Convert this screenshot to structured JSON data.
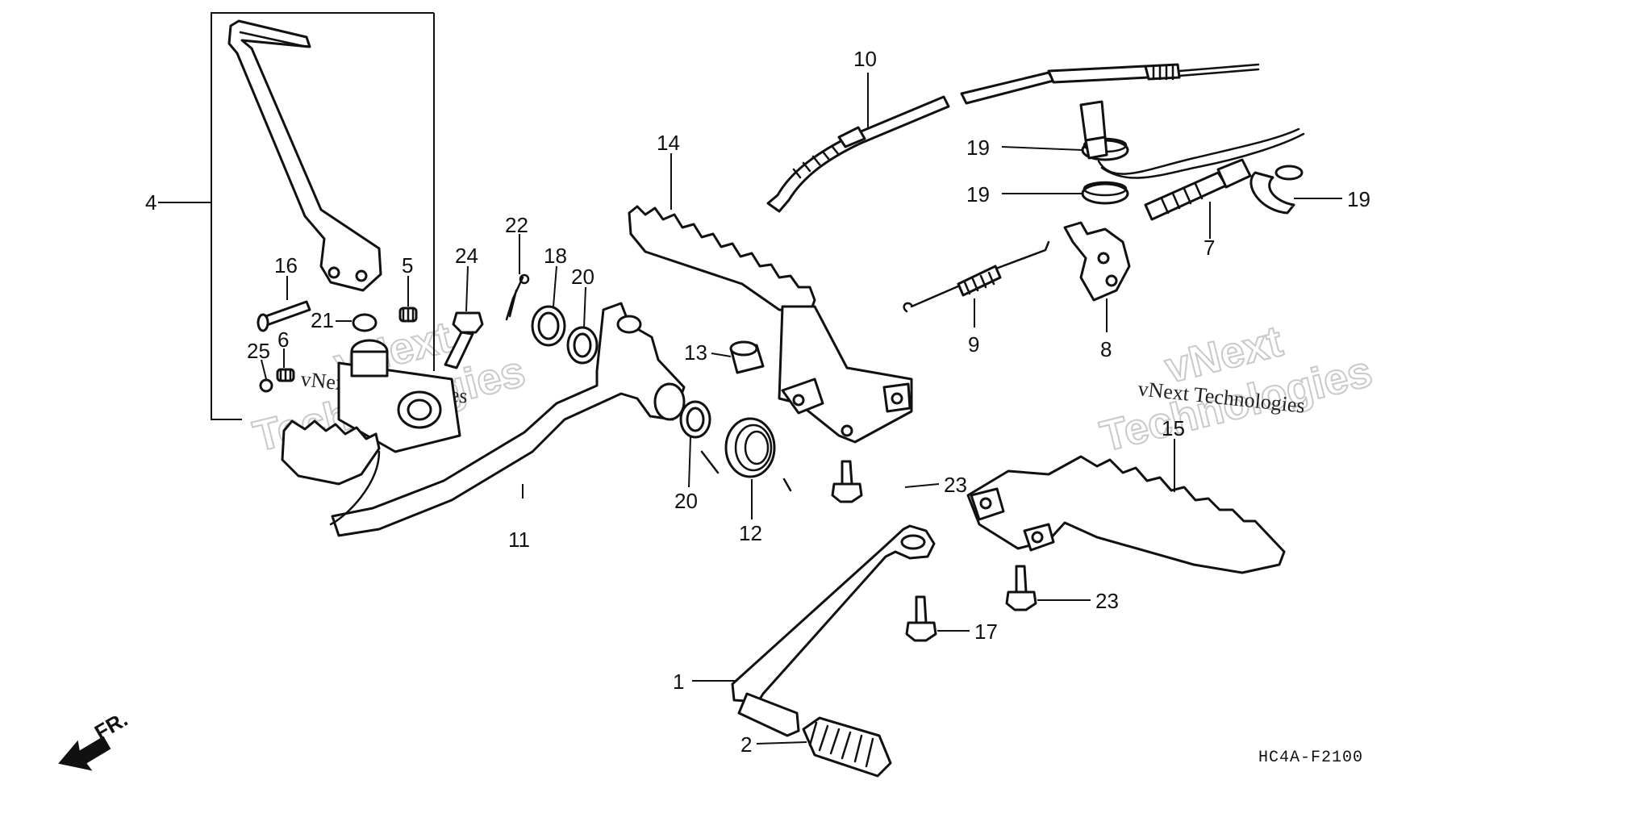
{
  "diagram": {
    "code": "HC4A-F2100",
    "direction_label": "FR.",
    "callouts": {
      "p1": "1",
      "p2": "2",
      "p4": "4",
      "p5": "5",
      "p6": "6",
      "p7": "7",
      "p8": "8",
      "p9": "9",
      "p10": "10",
      "p11": "11",
      "p12": "12",
      "p13": "13",
      "p14": "14",
      "p15": "15",
      "p16": "16",
      "p17": "17",
      "p18": "18",
      "p19a": "19",
      "p19b": "19",
      "p19c": "19",
      "p20a": "20",
      "p20b": "20",
      "p21": "21",
      "p22": "22",
      "p23a": "23",
      "p23b": "23",
      "p24": "24",
      "p25": "25"
    }
  },
  "watermarks": {
    "left_small": "vNext Technologies",
    "left_big_1": "vNext",
    "left_big_2": "Technologies",
    "right_small": "vNext Technologies",
    "right_big_1": "vNext",
    "right_big_2": "Technologies"
  }
}
